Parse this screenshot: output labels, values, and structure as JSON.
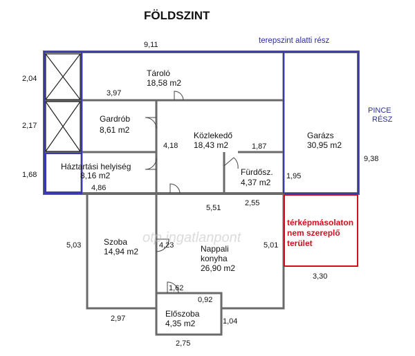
{
  "title": "FÖLDSZINT",
  "basement_note": "terepszint alatti rész",
  "pince": {
    "line1": "PINCE",
    "line2": "RÉSZ"
  },
  "red_note": {
    "line1": "térképmásolaton",
    "line2": "nem szereplő",
    "line3": "terület"
  },
  "watermark": "otp ingatlanpont",
  "rooms": {
    "tarolo": {
      "name": "Tároló",
      "area": "18,58 m2"
    },
    "gardrob": {
      "name": "Gardrób",
      "area": "8,61 m2"
    },
    "kozlekedo": {
      "name": "Közlekedő",
      "area": "18,43 m2"
    },
    "garazs": {
      "name": "Garázs",
      "area": "30,95 m2"
    },
    "furdo": {
      "name": "Fürdősz.",
      "area": "4,37 m2"
    },
    "haztartasi": {
      "name": "Háztartási helyiség",
      "area": "8,16 m2"
    },
    "szoba": {
      "name": "Szoba",
      "area": "14,94 m2"
    },
    "nappali": {
      "name1": "Nappali",
      "name2": "konyha",
      "area": "26,90 m2"
    },
    "eloszoba": {
      "name": "Előszoba",
      "area": "4,35 m2"
    }
  },
  "dims": {
    "top_total": "9,11",
    "left_top": "2,04",
    "tarolo_inner": "3,97",
    "left_mid": "2,17",
    "kozl_width": "4,18",
    "furdo_top": "1,87",
    "right_total": "9,38",
    "left_low": "1,68",
    "haztartasi_len": "4,86",
    "furdo_side": "1,95",
    "nappali_top": "5,51",
    "mid_2": "2,55",
    "szoba_height": "5,03",
    "nappali_left": "4,23",
    "nappali_right": "5,01",
    "red_width": "3,30",
    "eloszoba_top": "1,62",
    "eloszoba_side_a": "0,92",
    "szoba_bottom": "2,97",
    "eloszoba_side_b": "1,04",
    "eloszoba_bottom": "2,75"
  }
}
